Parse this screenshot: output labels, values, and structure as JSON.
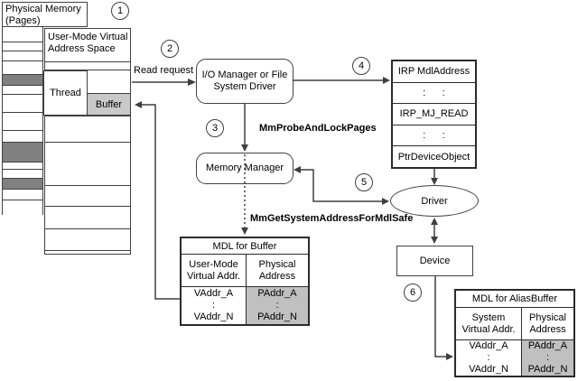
{
  "physical_memory": {
    "label": "Physical Memory\n(Pages)",
    "pages": [
      {
        "h": 17,
        "shaded": false
      },
      {
        "h": 10,
        "shaded": false
      },
      {
        "h": 11,
        "shaded": false
      },
      {
        "h": 15,
        "shaded": false
      },
      {
        "h": 12,
        "shaded": true
      },
      {
        "h": 10,
        "shaded": false
      },
      {
        "h": 20,
        "shaded": false
      },
      {
        "h": 20,
        "shaded": false
      },
      {
        "h": 13,
        "shaded": false
      },
      {
        "h": 22,
        "shaded": true
      },
      {
        "h": 8,
        "shaded": false
      },
      {
        "h": 10,
        "shaded": false
      },
      {
        "h": 12,
        "shaded": true
      },
      {
        "h": 12,
        "shaded": false
      },
      {
        "h": 16,
        "shaded": false
      }
    ]
  },
  "user_mode": {
    "label": "User-Mode Virtual\nAddress Space",
    "thread_label": "Thread",
    "buffer_label": "Buffer"
  },
  "flow": {
    "read_request": "Read request",
    "io_manager": "I/O Manager or File\nSystem Driver",
    "mm_probe": "MmProbeAndLockPages",
    "memory_manager": "Memory Manager",
    "mm_get": "MmGetSystemAddressForMdlSafe",
    "driver": "Driver",
    "device": "Device"
  },
  "steps": [
    "1",
    "2",
    "3",
    "4",
    "5",
    "6"
  ],
  "irp_table": {
    "rows": [
      "IRP MdlAddress",
      ":      :",
      "IRP_MJ_READ",
      ":      :",
      "PtrDeviceObject"
    ]
  },
  "mdl_buffer": {
    "title": "MDL for Buffer",
    "col1_header": "User-Mode\nVirtual Addr.",
    "col2_header": "Physical\nAddress",
    "col1_data": "VAddr_A\n:\nVAddr_N",
    "col2_data": "PAddr_A\n:\nPAddr_N"
  },
  "mdl_alias": {
    "title": "MDL for AliasBuffer",
    "col1_header": "System\nVirtual Addr.",
    "col2_header": "Physical\nAddress",
    "col1_data": "VAddr_A\n:\nVAddr_N",
    "col2_data": "PAddr_A\n:\nPAddr_N"
  },
  "colors": {
    "line": "#404040",
    "page_shaded": "#808080",
    "buffer_fill": "#c9c9c9",
    "cell_shaded": "#c0c0c0",
    "background": "#ffffff"
  }
}
